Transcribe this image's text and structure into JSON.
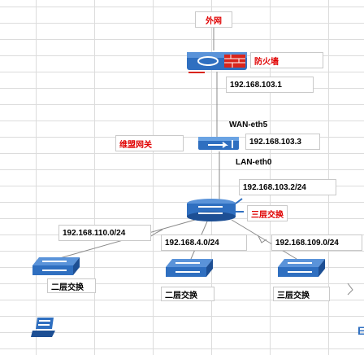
{
  "colors": {
    "device_blue": "#2f6fc0",
    "device_dark": "#1d4f94",
    "firewall_red": "#d9251c",
    "label_red": "#e00000",
    "wire": "#8a8a8a",
    "gridline": "#d9d9d9"
  },
  "nodes": {
    "internet": {
      "label": "外网",
      "icon": "none"
    },
    "firewall": {
      "label": "防火墙",
      "icon": "firewall-icon"
    },
    "gateway": {
      "label": "维盟网关",
      "icon": "router-icon"
    },
    "core_switch": {
      "label": "三层交换",
      "icon": "core-switch-icon"
    },
    "switch_left": {
      "label": "二层交换",
      "icon": "switch-icon"
    },
    "switch_mid": {
      "label": "二层交换",
      "icon": "switch-icon"
    },
    "switch_right": {
      "label": "三层交换",
      "icon": "switch-icon"
    },
    "endpoint": {
      "label": "",
      "icon": "laptop-icon"
    }
  },
  "addresses": {
    "firewall_ip": "192.168.103.1",
    "wan_port": "WAN-eth5",
    "gateway_wan_ip": "192.168.103.3",
    "lan_port": "LAN-eth0",
    "core_uplink": "192.168.103.2/24",
    "net_left": "192.168.110.0/24",
    "net_mid": "192.168.4.0/24",
    "net_right": "192.168.109.0/24"
  },
  "fragments": {
    "right_edge_glyph": "E"
  }
}
